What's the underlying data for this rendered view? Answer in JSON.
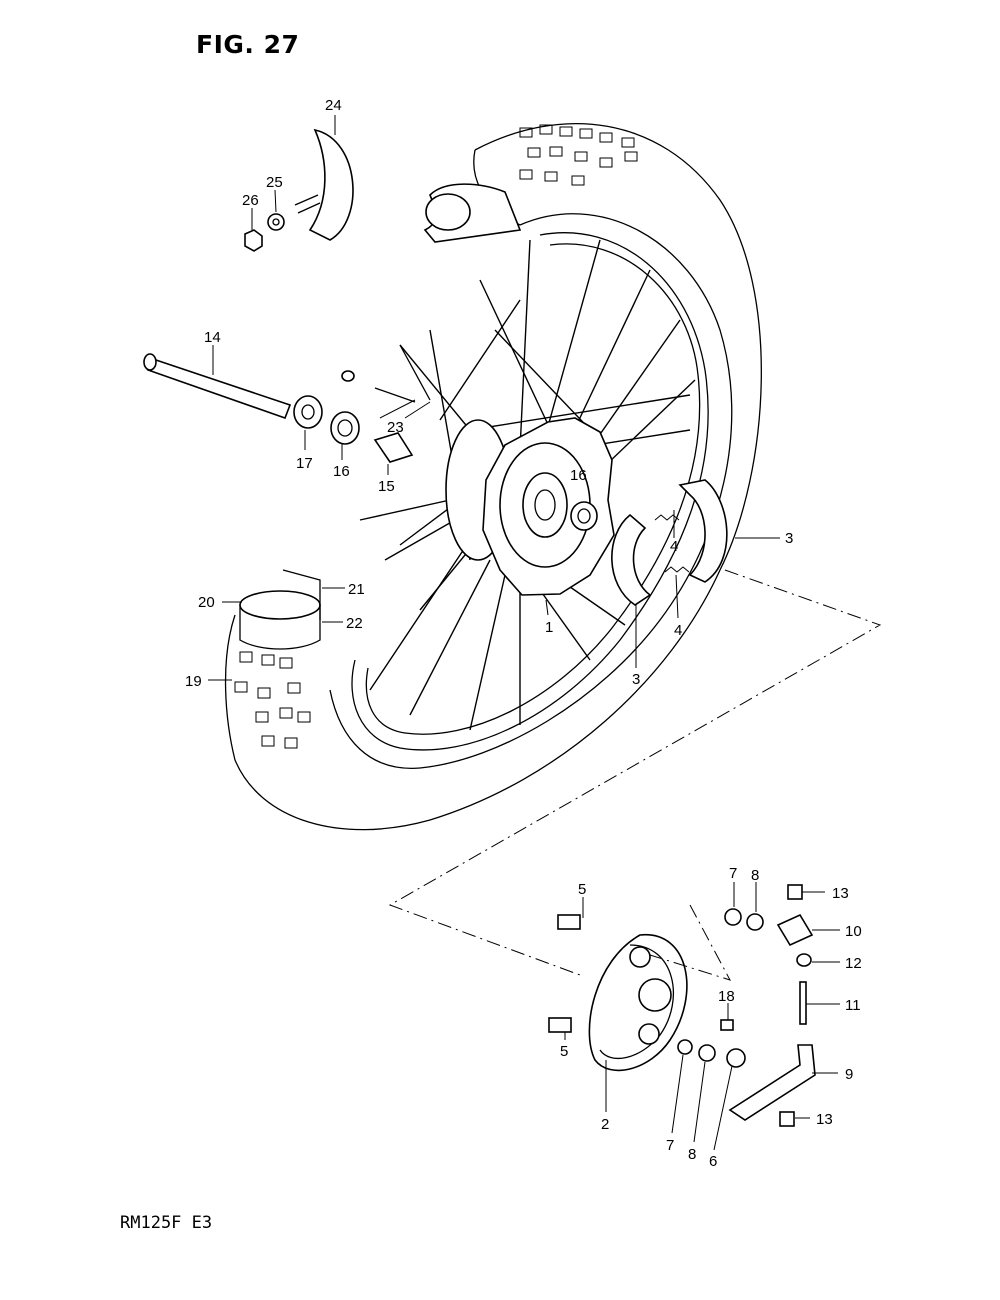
{
  "figure": {
    "title": "FIG. 27",
    "model": "RM125F  E3"
  },
  "callouts": {
    "c1": "1",
    "c2": "2",
    "c3a": "3",
    "c3b": "3",
    "c4a": "4",
    "c4b": "4",
    "c5a": "5",
    "c5b": "5",
    "c6": "6",
    "c7a": "7",
    "c7b": "7",
    "c8a": "8",
    "c8b": "8",
    "c9": "9",
    "c10": "10",
    "c11": "11",
    "c12": "12",
    "c13a": "13",
    "c13b": "13",
    "c14": "14",
    "c15": "15",
    "c16a": "16",
    "c16b": "16",
    "c17": "17",
    "c18": "18",
    "c19": "19",
    "c20": "20",
    "c21": "21",
    "c22": "22",
    "c23": "23",
    "c24": "24",
    "c25": "25",
    "c26": "26"
  }
}
